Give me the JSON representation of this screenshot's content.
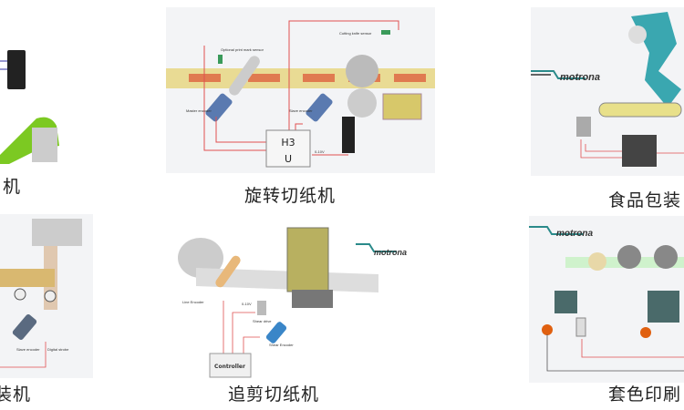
{
  "captions": {
    "top_left": "机",
    "top_center": "旋转切纸机",
    "top_right": "食品包装",
    "bottom_left": "装机",
    "bottom_center": "追剪切纸机",
    "bottom_right": "套色印刷"
  },
  "rotary_cutter": {
    "controller": "H3\nU",
    "controller_line1": "H3",
    "controller_line2": "U",
    "sensor_label": "Optional print mark sensor",
    "cutting_sensor_label": "Cutting knife sensor",
    "master_encoder": "Master encoder",
    "slave_encoder": "Slave encoder",
    "signal": "0-10V"
  },
  "flying_shear": {
    "brand": "motrona",
    "controller": "Controller",
    "line_encoder": "Line Encoder",
    "shear_drive": "Shear drive",
    "shear_encoder": "Shear Encoder",
    "signal": "0-10V"
  },
  "food_packaging": {
    "brand": "motrona"
  },
  "color_printing": {
    "brand": "motrona"
  },
  "bagging": {
    "slave_encoder": "Slave encoder",
    "digital_strobe": "Digital strobe"
  },
  "colors": {
    "signal_wire": "#e05050",
    "web": "#e8d88a",
    "accent_cyan": "#3aa7b0",
    "brand_teal": "#2a8a8a"
  }
}
